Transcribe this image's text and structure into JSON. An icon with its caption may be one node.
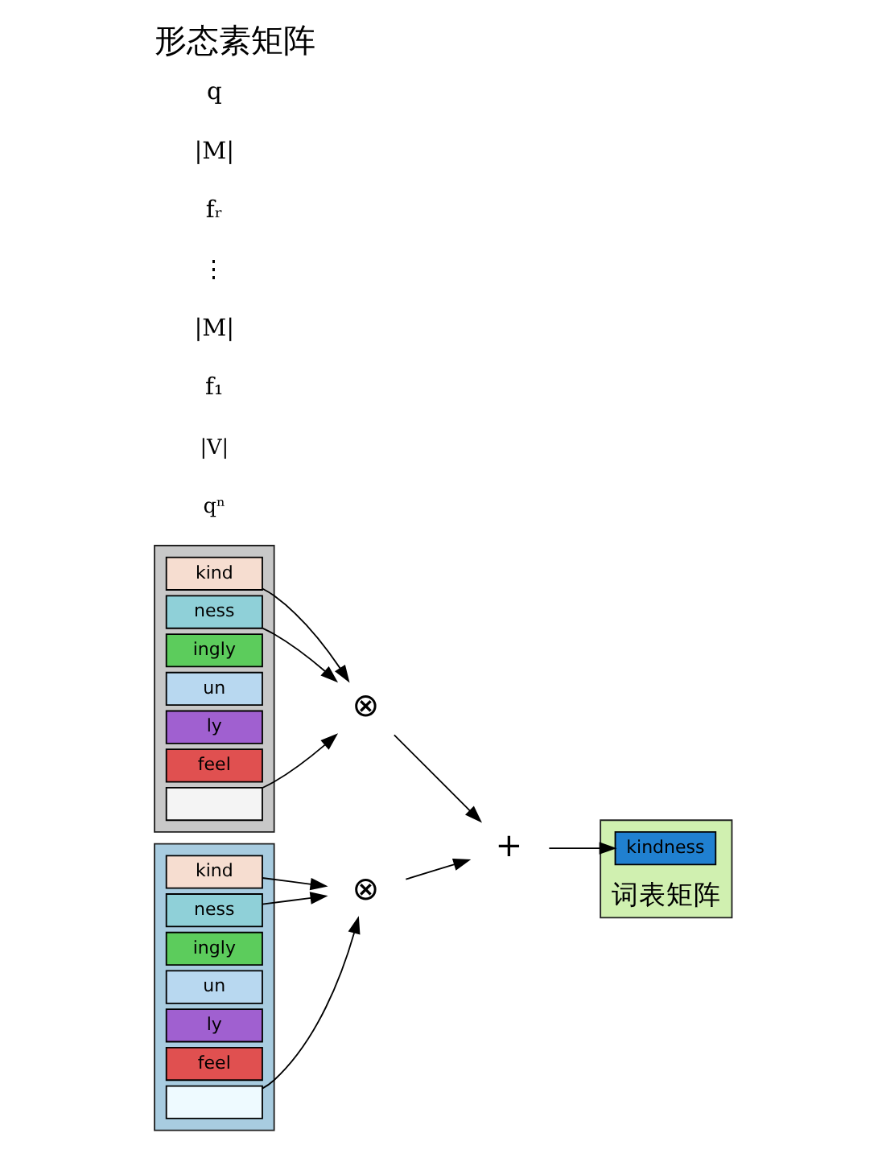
{
  "diagram": {
    "title": "形态素矩阵",
    "nodes": [
      {
        "text": [],
        "shape": "box"
      },
      {
        "text": [
          "kind"
        ],
        "in": 0
      },
      {
        "text": [
          "ness"
        ],
        "in": 0
      },
      {
        "text": [
          "ingly"
        ],
        "in": 0
      },
      {
        "text": [
          "un"
        ],
        "in": 0
      },
      {
        "text": [
          "ly"
        ],
        "in": 0
      },
      {
        "text": [
          "feel"
        ],
        "in": 0
      },
      {
        "text": [],
        "shape": "box",
        "in": 0
      },
      {
        "text": [
          "⊗"
        ]
      },
      {
        "text": [],
        "shape": "box"
      },
      {
        "text": [
          "kind"
        ],
        "in": 9
      },
      {
        "text": [
          "ness"
        ],
        "in": 9
      },
      {
        "text": [
          "ingly"
        ],
        "in": 9
      },
      {
        "text": [
          "un"
        ],
        "in": 9
      },
      {
        "text": [
          "ly"
        ],
        "in": 9
      },
      {
        "text": [
          "feel"
        ],
        "in": 9
      },
      {
        "text": [],
        "shape": "box",
        "in": 9
      },
      {
        "text": [
          "⊗"
        ]
      },
      {
        "text": [
          "+"
        ]
      },
      {
        "text": [
          "词表矩阵"
        ],
        "beside": [
          "qⁿ",
          "|V|"
        ]
      },
      {
        "text": [
          "kindness"
        ],
        "in": 19
      }
    ],
    "edges": [
      {
        "from": 1,
        "to": 8,
        "arrow": "to"
      },
      {
        "from": 2,
        "to": 8,
        "arrow": "to"
      },
      {
        "from": 7,
        "to": 8,
        "arrow": "to"
      },
      {
        "from": 8,
        "to": 18,
        "arrow": "to"
      },
      {
        "from": 10,
        "to": 17,
        "arrow": "to"
      },
      {
        "from": 11,
        "to": 17,
        "arrow": "to"
      },
      {
        "from": 16,
        "to": 17,
        "arrow": "to"
      },
      {
        "from": 17,
        "to": 18,
        "arrow": "to"
      },
      {
        "from": 18,
        "to": 20,
        "arrow": "to"
      }
    ],
    "labels": [
      "f₁",
      "|M|",
      "⋮",
      "fᵣ",
      "|M|",
      "q"
    ]
  }
}
